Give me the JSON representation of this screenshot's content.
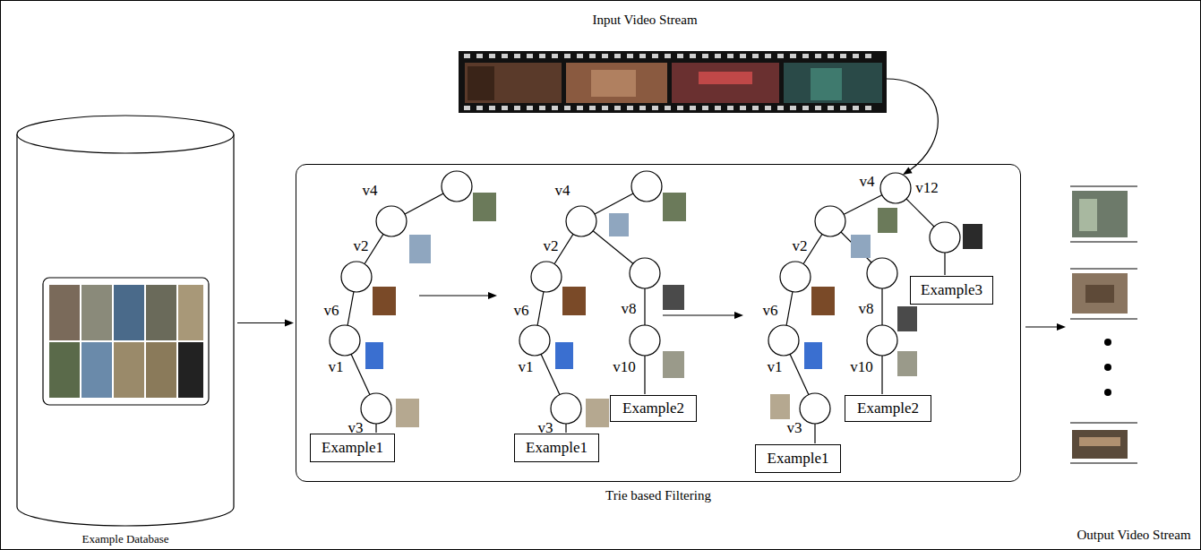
{
  "diagram": {
    "nodes": [
      {
        "text": [
          "Example Database"
        ]
      },
      {
        "text": [
          "Trie based Filtering"
        ]
      },
      {
        "text": [
          "Example1"
        ],
        "in": 1
      },
      {
        "text": [
          "Example1"
        ],
        "in": 1
      },
      {
        "text": [
          "Example2"
        ],
        "in": 1
      },
      {
        "text": [
          "Example1"
        ],
        "in": 1
      },
      {
        "text": [
          "Example2"
        ],
        "in": 1
      },
      {
        "text": [
          "Example3"
        ],
        "in": 1
      }
    ],
    "edges": [
      {
        "from": 0,
        "to": 1,
        "arrow": "to"
      }
    ],
    "labels": [
      "Input Video Stream",
      "v4",
      "v2",
      "v6",
      "v1",
      "v3",
      "v4",
      "v2",
      "v6",
      "v8",
      "v1",
      "v10",
      "v3",
      "v4",
      "v12",
      "v2",
      "v6",
      "v8",
      "v1",
      "v10",
      "v3",
      "Output Video Stream"
    ]
  }
}
